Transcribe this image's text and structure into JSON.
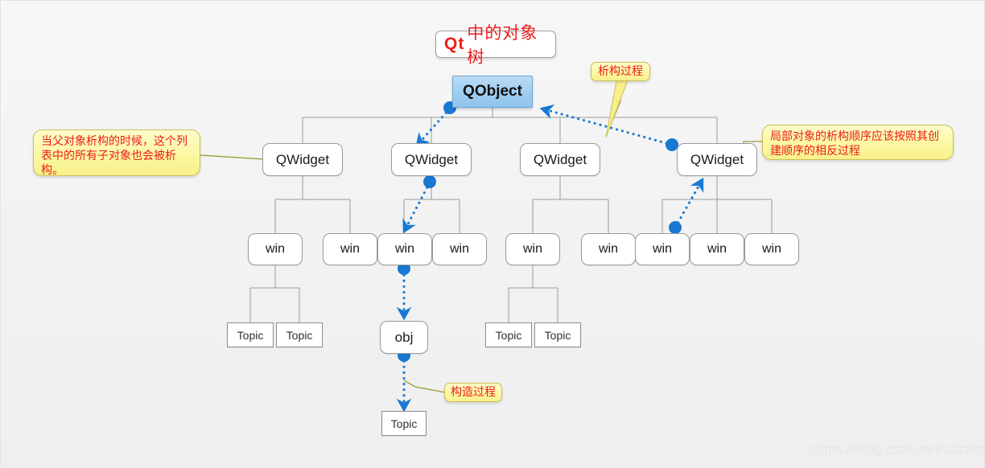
{
  "page": {
    "background_color": "#f2f2f2",
    "watermark": "https://blog.csdn.net/sazass"
  },
  "title": {
    "prefix": "Qt",
    "text": " 中的对象树",
    "color": "#ef1b1b"
  },
  "callouts": {
    "left": "当父对象析构的时候，这个列表中的所有子对象也会被析构。",
    "right": "局部对象的析构顺序应该按照其创建顺序的相反过程",
    "top": "析构过程",
    "bottom": "构造过程",
    "fill_color": "#fbf79f",
    "text_color": "#ef1b1b"
  },
  "tree": {
    "root": {
      "label": "QObject",
      "fill_color": "#9ecdf0"
    },
    "level1": [
      {
        "label": "QWidget"
      },
      {
        "label": "QWidget"
      },
      {
        "label": "QWidget"
      },
      {
        "label": "QWidget"
      }
    ],
    "level2": [
      {
        "label": "win"
      },
      {
        "label": "win"
      },
      {
        "label": "win"
      },
      {
        "label": "win"
      },
      {
        "label": "win"
      },
      {
        "label": "win"
      },
      {
        "label": "win"
      },
      {
        "label": "win"
      },
      {
        "label": "win"
      }
    ],
    "level3": [
      {
        "label": "Topic"
      },
      {
        "label": "Topic"
      },
      {
        "label": "obj"
      },
      {
        "label": "Topic"
      },
      {
        "label": "Topic"
      }
    ],
    "level4": [
      {
        "label": "Topic"
      }
    ]
  },
  "flow": {
    "arrow_color": "#1878d2",
    "style": "dotted"
  }
}
